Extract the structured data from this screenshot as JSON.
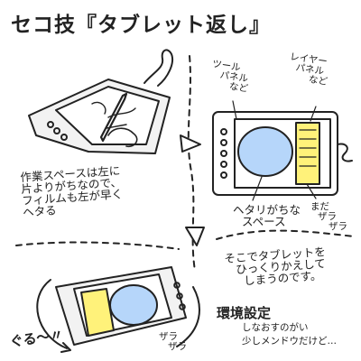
{
  "title": "セコ技『タブレット返し』",
  "labels": {
    "tool_panels": [
      "ツール",
      "パネル",
      "など"
    ],
    "layer_panels": [
      "レイヤー",
      "パネル",
      "など"
    ],
    "left_note": [
      "作業スペースは左に",
      "片よりがちなので、",
      "フィルムも左が早く",
      "ヘタる"
    ],
    "worn_space": [
      "ヘタリがちな",
      "スペース"
    ],
    "still_rough": [
      "まだ",
      "ザラ",
      "ザラ"
    ],
    "flip_note": [
      "そこでタブレットを",
      "ひっくりかえして",
      "しまうのです。"
    ],
    "env_settings": "環境設定",
    "settings_note": [
      "しなおすのがい",
      "少しメンドウだけど…"
    ],
    "guru": "ぐる〜〃",
    "zara_bottom": [
      "ザラ",
      "ザラ"
    ]
  },
  "colors": {
    "ink": "#222222",
    "worn_area": "#b6d6fa",
    "rough_area": "#fff27a",
    "tablet_gray": "#f2f2f2"
  }
}
